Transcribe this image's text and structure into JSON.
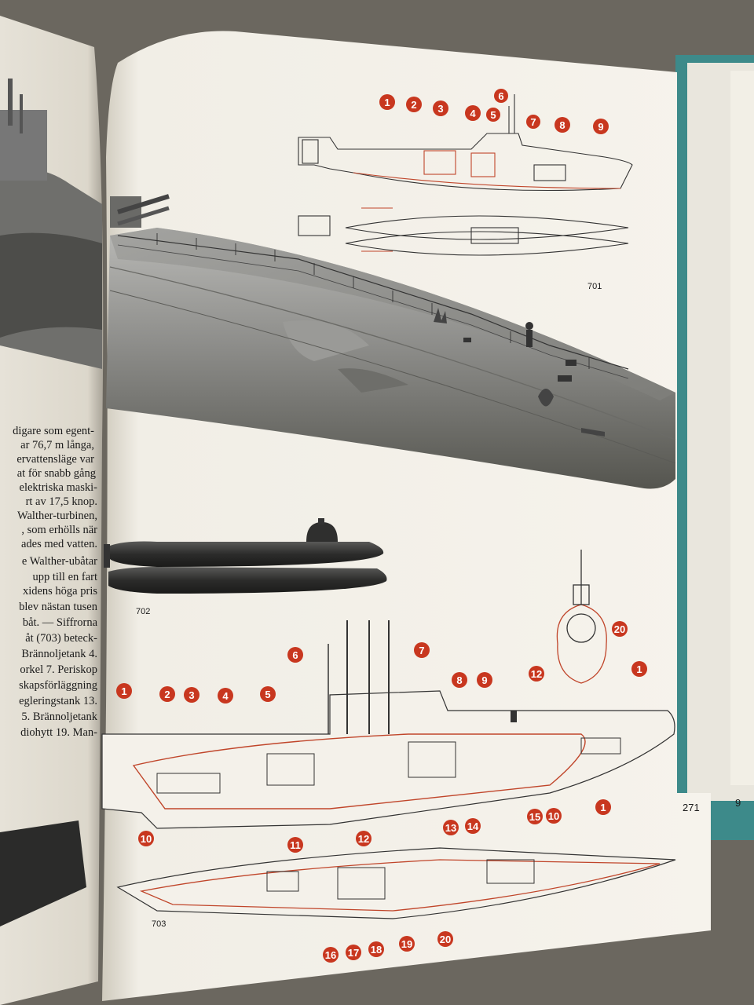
{
  "left_page_text": [
    "digare som egent-",
    "ar 76,7 m långa,",
    "ervattensläge var",
    "at för snabb gång",
    "elektriska maski-",
    "rt av 17,5 knop.",
    "Walther-turbinen,",
    ", som erhölls när",
    "ades med vatten.",
    "e Walther-ubåtar",
    "upp till en fart",
    "xidens höga pris",
    "blev nästan tusen",
    "båt. — Siffrorna",
    "åt (703) beteck-",
    "Brännoljetank 4.",
    "orkel 7. Periskop",
    "skapsförläggning",
    "egleringstank 13.",
    "5. Brännoljetank",
    "diohytt 19. Man-"
  ],
  "figure_labels": {
    "fig701": "701",
    "fig702": "702",
    "fig703": "703"
  },
  "page_number": "271",
  "edge_number": "9",
  "callouts_701": [
    "1",
    "2",
    "3",
    "4",
    "5",
    "6",
    "7",
    "8",
    "9"
  ],
  "callouts_703_top": [
    "1",
    "2",
    "3",
    "4",
    "5",
    "6",
    "7",
    "8",
    "9"
  ],
  "callouts_703_bottom": [
    "10",
    "11",
    "12",
    "13",
    "14",
    "15",
    "10",
    "1"
  ],
  "callouts_703_plan": [
    "16",
    "17",
    "18",
    "19",
    "20"
  ],
  "callouts_703_section": [
    "20",
    "12",
    "1"
  ],
  "colors": {
    "badge_red": "#c8371f",
    "drawing_red": "#c0452a",
    "paper": "#f4f1ea",
    "hull_gray": "#8a8a87",
    "teal_edge": "#3f8c8c"
  }
}
